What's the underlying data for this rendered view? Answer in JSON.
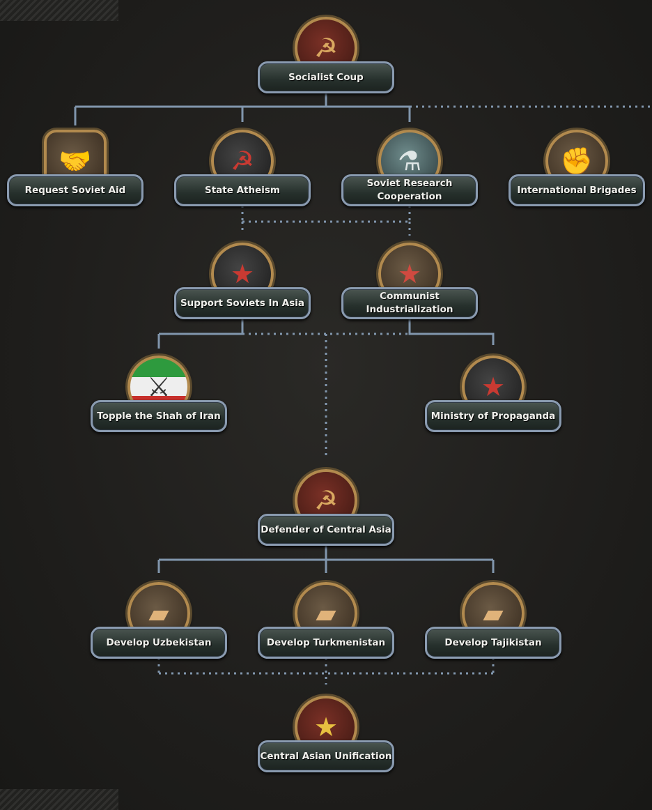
{
  "focus_tree": {
    "focuses": [
      {
        "id": "socialist_coup",
        "label": "Socialist Coup",
        "icon": "hammer-sickle-icon"
      },
      {
        "id": "request_soviet_aid",
        "label": "Request Soviet Aid",
        "icon": "handshake-icon"
      },
      {
        "id": "state_atheism",
        "label": "State Atheism",
        "icon": "mosque-icon"
      },
      {
        "id": "soviet_research",
        "label": "Soviet Research Cooperation",
        "icon": "flask-icon"
      },
      {
        "id": "international_brigades",
        "label": "International Brigades",
        "icon": "raised-fist-icon"
      },
      {
        "id": "support_soviets_asia",
        "label": "Support Soviets In Asia",
        "icon": "soldiers-icon"
      },
      {
        "id": "communist_industrialization",
        "label": "Communist Industrialization",
        "icon": "star-factory-icon"
      },
      {
        "id": "topple_shah",
        "label": "Topple the Shah of Iran",
        "icon": "iran-flag-icon"
      },
      {
        "id": "ministry_propaganda",
        "label": "Ministry of Propaganda",
        "icon": "star-fist-icon"
      },
      {
        "id": "defender_central_asia",
        "label": "Defender of Central Asia",
        "icon": "soldiers-shield-icon"
      },
      {
        "id": "develop_uzbekistan",
        "label": "Develop Uzbekistan",
        "icon": "uzbekistan-map-icon"
      },
      {
        "id": "develop_turkmenistan",
        "label": "Develop Turkmenistan",
        "icon": "turkmenistan-map-icon"
      },
      {
        "id": "develop_tajikistan",
        "label": "Develop Tajikistan",
        "icon": "tajikistan-map-icon"
      },
      {
        "id": "central_asian_unification",
        "label": "Central Asian Unification",
        "icon": "soviet-emblem-icon"
      }
    ]
  },
  "colors": {
    "line": "#8196ad",
    "frame": "#8a9bb0"
  }
}
